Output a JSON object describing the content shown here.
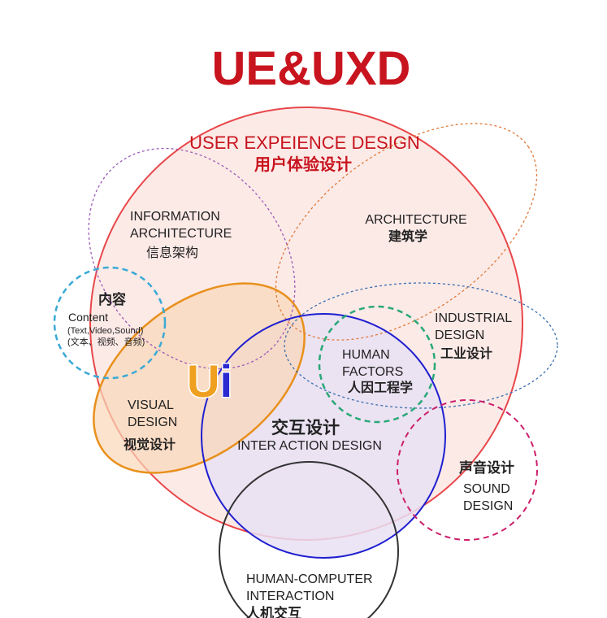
{
  "title": "UE&UXD",
  "colors": {
    "title": "#c8141e",
    "ux_circle": "#e8474a",
    "ux_fill": "#fbe3df",
    "info_arch": "#9b59b6",
    "architecture": "#e07a3a",
    "content": "#3aa9d6",
    "visual": "#e8901c",
    "interaction": "#1f1fd0",
    "human_factors": "#2aa878",
    "industrial": "#3a6fb0",
    "sound": "#cc1f6a",
    "hci": "#333333"
  },
  "labels": {
    "ux_en": "USER EXPEIENCE DESIGN",
    "ux_cn": "用户体验设计",
    "info_en_1": "INFORMATION",
    "info_en_2": "ARCHITECTURE",
    "info_cn": "信息架构",
    "arch_en": "ARCHITECTURE",
    "arch_cn": "建筑学",
    "content_cn": "内容",
    "content_en": "Content",
    "content_sub_en": "(Text,Video,Sound)",
    "content_sub_cn": "(文本、视频、音频)",
    "industrial_en_1": "INDUSTRIAL",
    "industrial_en_2": "DESIGN",
    "industrial_cn": "工业设计",
    "hf_en_1": "HUMAN",
    "hf_en_2": "FACTORS",
    "hf_cn": "人因工程学",
    "ui": "Ui",
    "visual_en_1": "VISUAL",
    "visual_en_2": "DESIGN",
    "visual_cn": "视觉设计",
    "ixd_cn": "交互设计",
    "ixd_en": "INTER ACTION DESIGN",
    "sound_cn": "声音设计",
    "sound_en_1": "SOUND",
    "sound_en_2": "DESIGN",
    "hci_en_1": "HUMAN-COMPUTER",
    "hci_en_2": "INTERACTION",
    "hci_cn": "人机交互"
  }
}
